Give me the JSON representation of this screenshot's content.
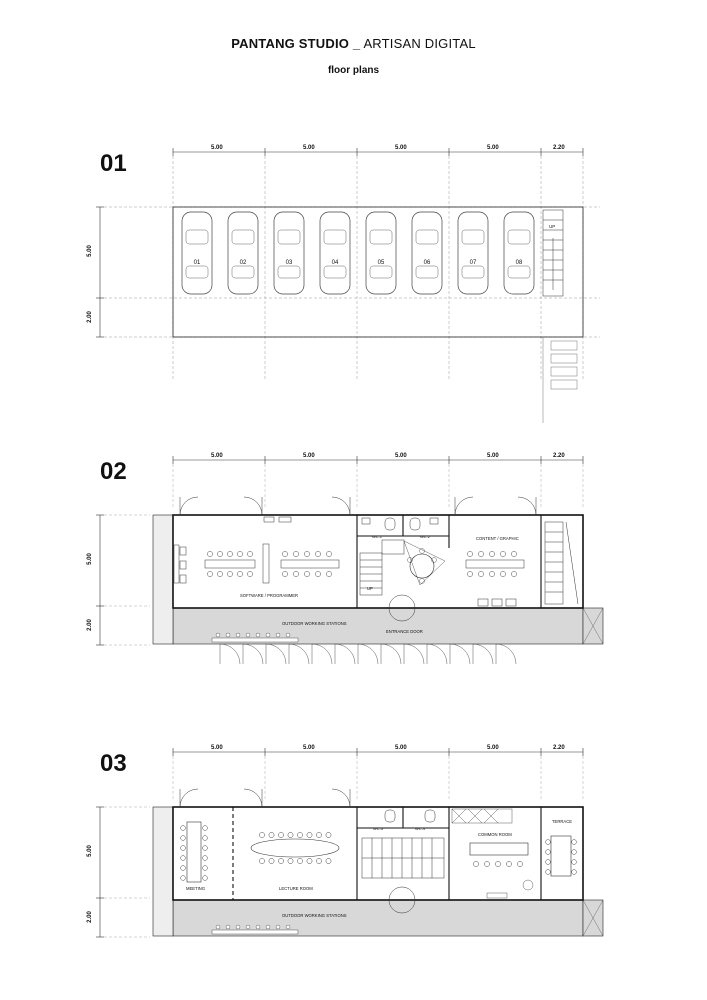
{
  "header": {
    "title_bold": "PANTANG STUDIO _",
    "title_rest": " ARTISAN DIGITAL",
    "subtitle": "floor plans"
  },
  "dims": {
    "bays": [
      "5.00",
      "5.00",
      "5.00",
      "5.00",
      "2.20"
    ],
    "side": [
      "5.00",
      "2.00"
    ]
  },
  "floors": [
    {
      "level": "01",
      "cars": [
        "01",
        "02",
        "03",
        "04",
        "05",
        "06",
        "07",
        "08"
      ],
      "stair_label": "UP"
    },
    {
      "level": "02",
      "rooms": {
        "wc1": "WC.1",
        "wc2": "WC.2",
        "content": "CONTENT / GRAPHIC",
        "software": "SOFTWARE / PROGRAMMER",
        "up": "UP",
        "outdoor": "OUTDOOR WORKING STATIONS",
        "entrance": "ENTRANCE DOOR"
      }
    },
    {
      "level": "03",
      "rooms": {
        "wc3": "WC.3",
        "wc4": "WC.4",
        "common": "COMMON ROOM",
        "terrace": "TERRACE",
        "meeting": "MEETING",
        "lecture": "LECTURE ROOM",
        "outdoor": "OUTDOOR WORKING STATIONS"
      }
    }
  ]
}
